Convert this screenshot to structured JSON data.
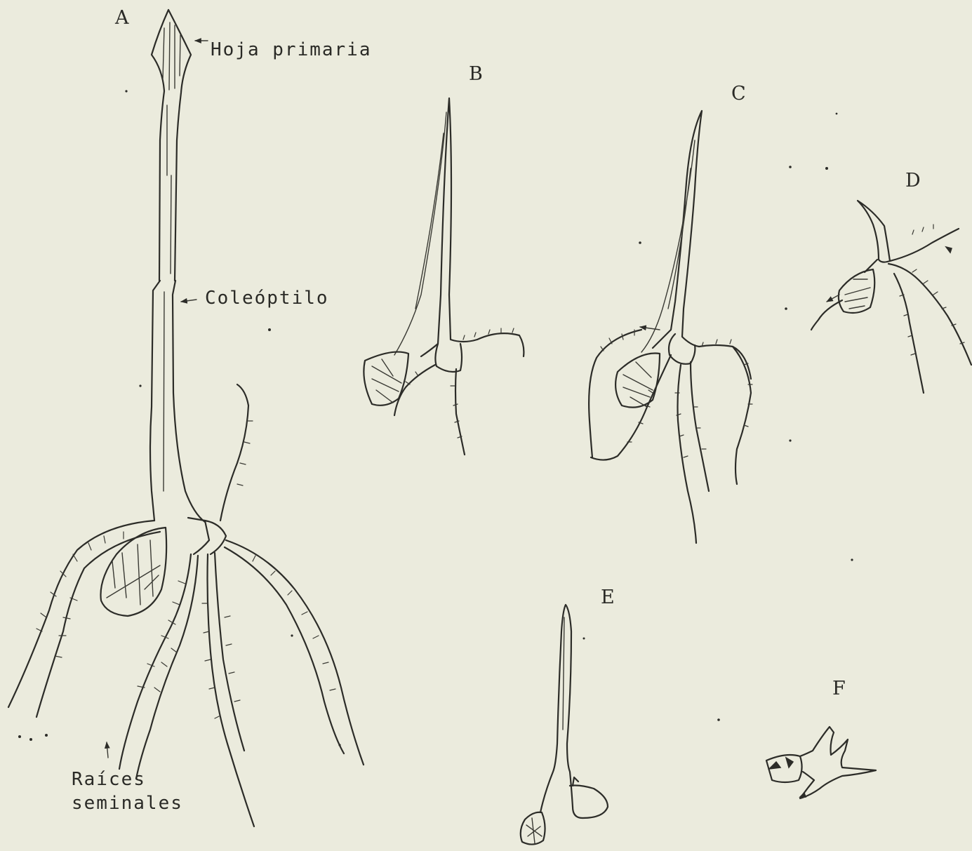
{
  "panels": {
    "a": "A",
    "b": "B",
    "c": "C",
    "d": "D",
    "e": "E",
    "f": "F"
  },
  "labels": {
    "primary_leaf": "Hoja primaria",
    "coleoptile": "Coleóptilo",
    "seminal_roots_line1": "Raíces",
    "seminal_roots_line2": "seminales"
  }
}
